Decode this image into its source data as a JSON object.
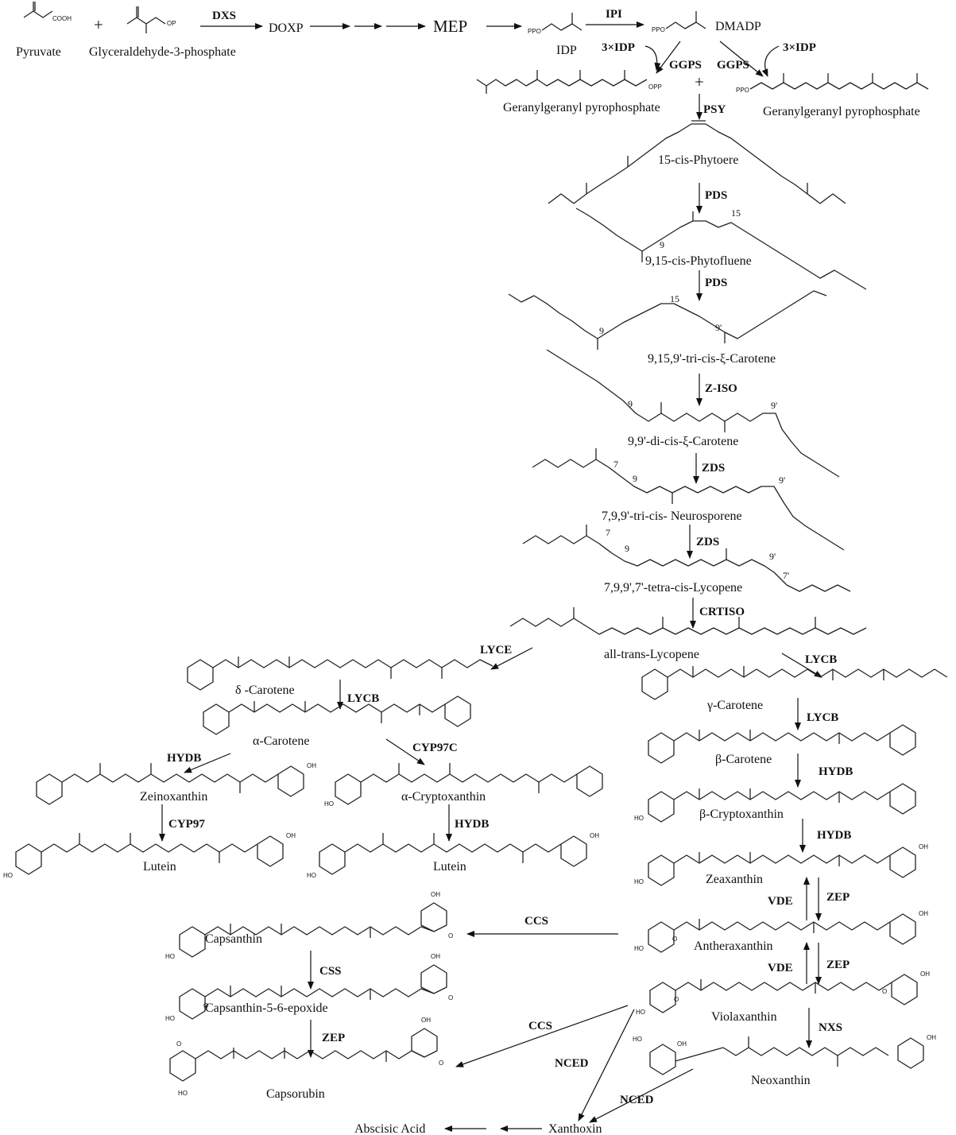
{
  "compounds": {
    "pyruvate": "Pyruvate",
    "g3p": "Glyceraldehyde-3-phosphate",
    "doxp": "DOXP",
    "mep": "MEP",
    "idp": "IDP",
    "dmadp": "DMADP",
    "ggpp_left": "Geranylgeranyl pyrophosphate",
    "ggpp_right": "Geranylgeranyl pyrophosphate",
    "phytoene": "15-cis-Phytoere",
    "phytofluene": "9,15-cis-Phytofluene",
    "tri_cis_carotene": "9,15,9'-tri-cis-ξ-Carotene",
    "di_cis_carotene": "9,9'-di-cis-ξ-Carotene",
    "neurosporene": "7,9,9'-tri-cis- Neurosporene",
    "tetra_cis_lycopene": "7,9,9',7'-tetra-cis-Lycopene",
    "all_trans_lycopene": "all-trans-Lycopene",
    "delta_carotene": "δ -Carotene",
    "alpha_carotene": "α-Carotene",
    "zeinoxanthin": "Zeinoxanthin",
    "alpha_cryptoxanthin": "α-Cryptoxanthin",
    "lutein_left": "Lutein",
    "lutein_mid": "Lutein",
    "gamma_carotene": "γ-Carotene",
    "beta_carotene": "β-Carotene",
    "beta_cryptoxanthin": "β-Cryptoxanthin",
    "zeaxanthin": "Zeaxanthin",
    "antheraxanthin": "Antheraxanthin",
    "violaxanthin": "Violaxanthin",
    "neoxanthin": "Neoxanthin",
    "capsanthin": "Capsanthin",
    "capsanthin_epoxide": "Capsanthin-5-6-epoxide",
    "capsorubin": "Capsorubin",
    "xanthoxin": "Xanthoxin",
    "aba": "Abscisic Acid"
  },
  "enzymes": {
    "dxs": "DXS",
    "ipi": "IPI",
    "idp3_left": "3×IDP",
    "idp3_right": "3×IDP",
    "ggps_left": "GGPS",
    "ggps_right": "GGPS",
    "psy": "PSY",
    "pds1": "PDS",
    "pds2": "PDS",
    "ziso": "Z-ISO",
    "zds1": "ZDS",
    "zds2": "ZDS",
    "crtiso": "CRTISO",
    "lyce": "LYCE",
    "lycb_left": "LYCB",
    "lycb_right1": "LYCB",
    "lycb_right2": "LYCB",
    "hydb_left": "HYDB",
    "cyp97c": "CYP97C",
    "cyp97": "CYP97",
    "hydb_mid": "HYDB",
    "hydb_right1": "HYDB",
    "hydb_right2": "HYDB",
    "vde1": "VDE",
    "zep1": "ZEP",
    "vde2": "VDE",
    "zep2": "ZEP",
    "ccs1": "CCS",
    "css": "CSS",
    "zep_left": "ZEP",
    "ccs2": "CCS",
    "nxs": "NXS",
    "nced1": "NCED",
    "nced2": "NCED"
  },
  "symbols": {
    "plus1": "+",
    "plus2": "+",
    "cooh": "COOH",
    "op": "OP",
    "ppo": "PPO",
    "opp": "OPP",
    "oh": "HO",
    "o": "O",
    "oh2": "OH"
  },
  "locants": {
    "n15a": "15",
    "n9a": "9",
    "n15b": "15",
    "n9b": "9",
    "n9pb": "9'",
    "n9c": "9",
    "n9pc": "9'",
    "n7d": "7",
    "n9d": "9",
    "n9pd": "9'",
    "n7e": "7",
    "n9e": "9",
    "n9pe": "9'",
    "n7pe": "7'"
  }
}
